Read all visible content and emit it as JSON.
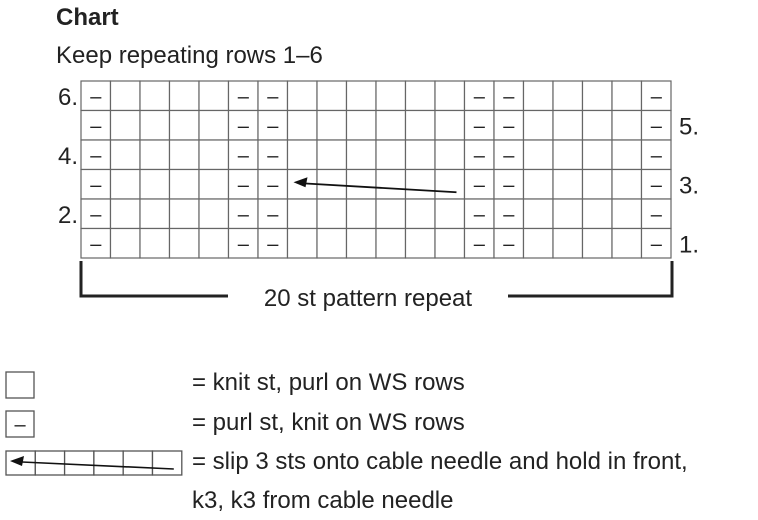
{
  "header": {
    "title": "Chart",
    "subtitle": "Keep repeating rows 1–6"
  },
  "chart_data": {
    "type": "table",
    "columns": 20,
    "rows_top_to_bottom": [
      {
        "row": 6,
        "label": "6.",
        "label_side": "left",
        "purl_columns": [
          1,
          6,
          7,
          14,
          15,
          20
        ]
      },
      {
        "row": 5,
        "label": "5.",
        "label_side": "right",
        "purl_columns": [
          1,
          6,
          7,
          14,
          15,
          20
        ]
      },
      {
        "row": 4,
        "label": "4.",
        "label_side": "left",
        "purl_columns": [
          1,
          6,
          7,
          14,
          15,
          20
        ]
      },
      {
        "row": 3,
        "label": "3.",
        "label_side": "right",
        "purl_columns": [
          1,
          6,
          7,
          14,
          15,
          20
        ],
        "cable_columns": [
          8,
          13
        ]
      },
      {
        "row": 2,
        "label": "2.",
        "label_side": "left",
        "purl_columns": [
          1,
          6,
          7,
          14,
          15,
          20
        ]
      },
      {
        "row": 1,
        "label": "1.",
        "label_side": "right",
        "purl_columns": [
          1,
          6,
          7,
          14,
          15,
          20
        ]
      }
    ],
    "purl_symbol": "–",
    "repeat_label": "20 st pattern repeat"
  },
  "legend": {
    "items": [
      {
        "symbol": "knit",
        "text": "= knit st, purl on WS rows"
      },
      {
        "symbol": "purl",
        "text": "= purl st, knit on WS rows"
      },
      {
        "symbol": "cable",
        "text": "= slip 3 sts onto cable needle and hold in front,",
        "continuation": "k3, k3 from cable needle"
      }
    ]
  }
}
